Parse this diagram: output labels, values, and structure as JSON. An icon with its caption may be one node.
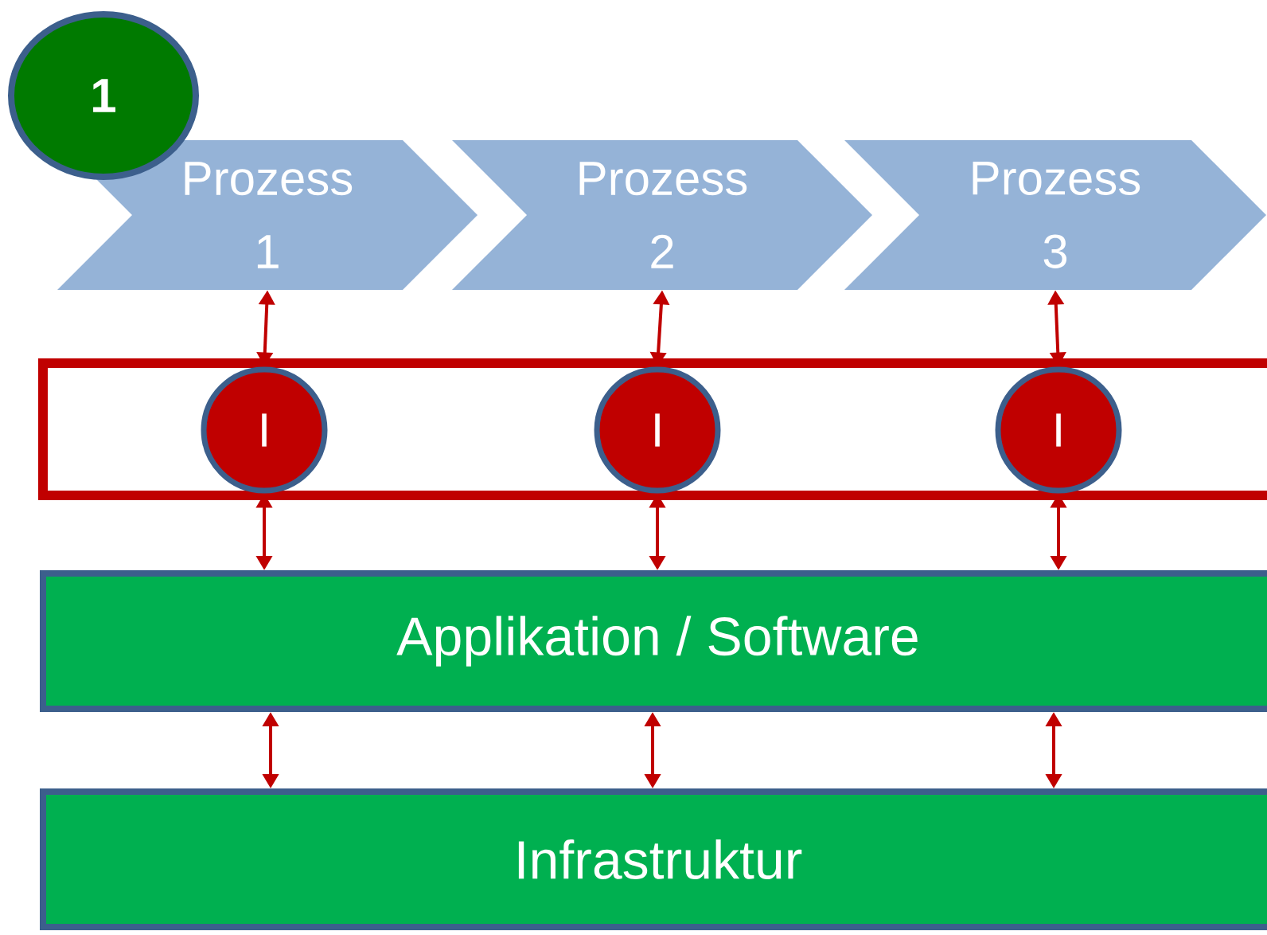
{
  "diagram": {
    "nodes": [
      {
        "text": [
          "1"
        ]
      },
      {
        "text": [
          "Prozess 1"
        ]
      },
      {
        "text": [
          "Prozess 2"
        ]
      },
      {
        "text": [
          "Prozess 3"
        ]
      },
      {
        "text": [],
        "shape": "box"
      },
      {
        "text": [
          "I"
        ],
        "in": 4
      },
      {
        "text": [
          "I"
        ],
        "in": 4
      },
      {
        "text": [
          "I"
        ],
        "in": 4
      },
      {
        "text": [
          "Applikation / Software"
        ]
      },
      {
        "text": [
          "Infrastruktur"
        ]
      }
    ],
    "edges": [
      {
        "from": 1,
        "to": 5,
        "arrow": "both"
      },
      {
        "from": 2,
        "to": 6,
        "arrow": "both"
      },
      {
        "from": 3,
        "to": 7,
        "arrow": "both"
      },
      {
        "from": 5,
        "to": 8,
        "arrow": "both"
      },
      {
        "from": 6,
        "to": 8,
        "arrow": "both"
      },
      {
        "from": 7,
        "to": 8,
        "arrow": "both"
      },
      {
        "from": 8,
        "to": 9,
        "arrow": "both"
      },
      {
        "from": 8,
        "to": 9,
        "arrow": "both"
      },
      {
        "from": 8,
        "to": 9,
        "arrow": "both"
      }
    ]
  }
}
